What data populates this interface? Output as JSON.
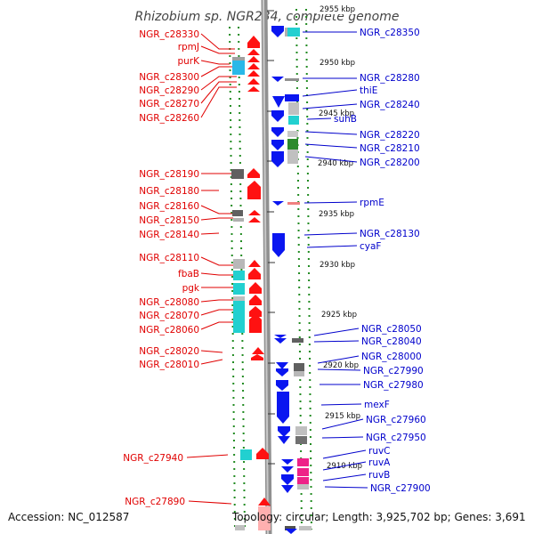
{
  "title": "Rhizobium sp. NGR234, complete genome",
  "accession": "Accession: NC_012587",
  "topology": "Topology: circular; Length: 3,925,702 bp; Genes: 3,691",
  "colors": {
    "forward": "#ff0000",
    "reverse": "#0000ff",
    "left_label": "#e00000",
    "right_label": "#0000cc",
    "ruler": "#808080",
    "track_dots": "#228b22"
  },
  "scale_labels": [
    {
      "text": "2955 kbp",
      "bp": 2955000
    },
    {
      "text": "2950 kbp",
      "bp": 2950000
    },
    {
      "text": "2945 kbp",
      "bp": 2945000
    },
    {
      "text": "2940 kbp",
      "bp": 2940000
    },
    {
      "text": "2935 kbp",
      "bp": 2935000
    },
    {
      "text": "2930 kbp",
      "bp": 2930000
    },
    {
      "text": "2925 kbp",
      "bp": 2925000
    },
    {
      "text": "2920 kbp",
      "bp": 2920000
    },
    {
      "text": "2915 kbp",
      "bp": 2915000
    },
    {
      "text": "2910 kbp",
      "bp": 2910000
    }
  ],
  "left_genes": [
    "NGR_c28330",
    "rpmJ",
    "purK",
    "NGR_c28300",
    "NGR_c28290",
    "NGR_c28270",
    "NGR_c28260",
    "NGR_c28190",
    "NGR_c28180",
    "NGR_c28160",
    "NGR_c28150",
    "NGR_c28140",
    "NGR_c28110",
    "fbaB",
    "pgk",
    "NGR_c28080",
    "NGR_c28070",
    "NGR_c28060",
    "NGR_c28020",
    "NGR_c28010",
    "NGR_c27940",
    "NGR_c27890"
  ],
  "right_genes": [
    "NGR_c28350",
    "NGR_c28280",
    "thiE",
    "NGR_c28240",
    "suhB",
    "NGR_c28220",
    "NGR_c28210",
    "NGR_c28200",
    "rpmE",
    "NGR_c28130",
    "cyaF",
    "NGR_c28050",
    "NGR_c28040",
    "NGR_c28000",
    "NGR_c27990",
    "NGR_c27980",
    "mexF",
    "NGR_c27960",
    "NGR_c27950",
    "ruvC",
    "ruvA",
    "ruvB",
    "NGR_c27900"
  ]
}
